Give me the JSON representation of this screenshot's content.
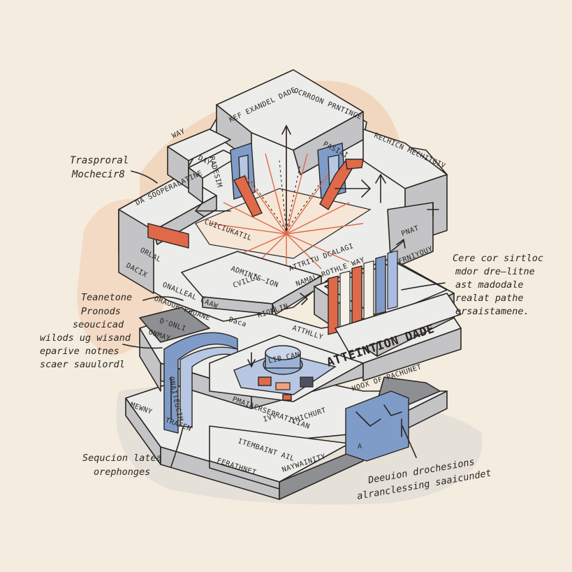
{
  "annotations": {
    "top_left": [
      "Trasproral",
      "Mochecir8"
    ],
    "middle_left": [
      "Teanetone",
      "Pronods",
      "seoucicad",
      "wilods ug wisand",
      "eparive notnes",
      "scaer sauulordl"
    ],
    "right": [
      "Cere cor sirtloc",
      "mdor dre—litne",
      "ast madodale",
      "realat pathe",
      "ersaistamene."
    ],
    "bottom_left": [
      "Sequcion latea",
      "orephonges"
    ],
    "bottom_right": [
      "Deeuion drochesions",
      "alranclessing saaicundet"
    ]
  },
  "labels": {
    "top_banner_left": "KEF EXANDEL DADE",
    "top_banner_right": "OCRROON PRNTINGE",
    "left_wall_top": "DA SOOPERALATINE",
    "right_wall_top": "RECHICN MECHITOIV",
    "left_small_1": "WAY",
    "left_small_2": "DAYY",
    "left_wall_side": "PASIAI",
    "left_wall_mid_1": "ORLAL",
    "left_wall_mid_2": "DACIX",
    "left_lower_wall": "ONALLEAL CAAW",
    "left_front_strip": "ORAOUR POUANE",
    "inner_front_1": "CUICIUKATIL",
    "inner_front_2": "ADMINIS—ION",
    "center_label_1": "ATTRITU DCALAGI",
    "center_label_2": "NAMAL—ROTHLE WAY",
    "center_small_1": "CVILLI",
    "center_small_2": "Daca",
    "center_small_3": "RIOMLIN",
    "center_small_4": "ATTHLLY",
    "main_title": "ATTEINTION DADE",
    "sub_title": "HOOX OF PACHUNET",
    "right_small_1": "FRNIYOUY",
    "right_small_2": "PNAT",
    "lower_block": "PMAIACRSEPRATICIAN",
    "lower_small_1": "IVY",
    "lower_small_2": "IHICHURT",
    "bottom_left_1": "MEWNY",
    "bottom_left_2": "TRAFEN",
    "bottom_strip_1": "FERATHNET",
    "bottom_strip_2": "ITEMBAINT AIL",
    "bottom_strip_3": "NAYWAINITY",
    "bottom_right_small": "A",
    "mechanism_lbl": "LIB CAN",
    "left_mid_small": "ONMAY",
    "left_mid_small_2": "D'ONLI",
    "vertical_left": "ONAITEUCIM",
    "vertical_right": "RADESIM"
  },
  "colors": {
    "paper": "#f4ecdf",
    "ink": "#2a2622",
    "accent_red": "#e0694a",
    "accent_blue": "#7f9cc9",
    "wash_orange": "#f1c6a4"
  }
}
